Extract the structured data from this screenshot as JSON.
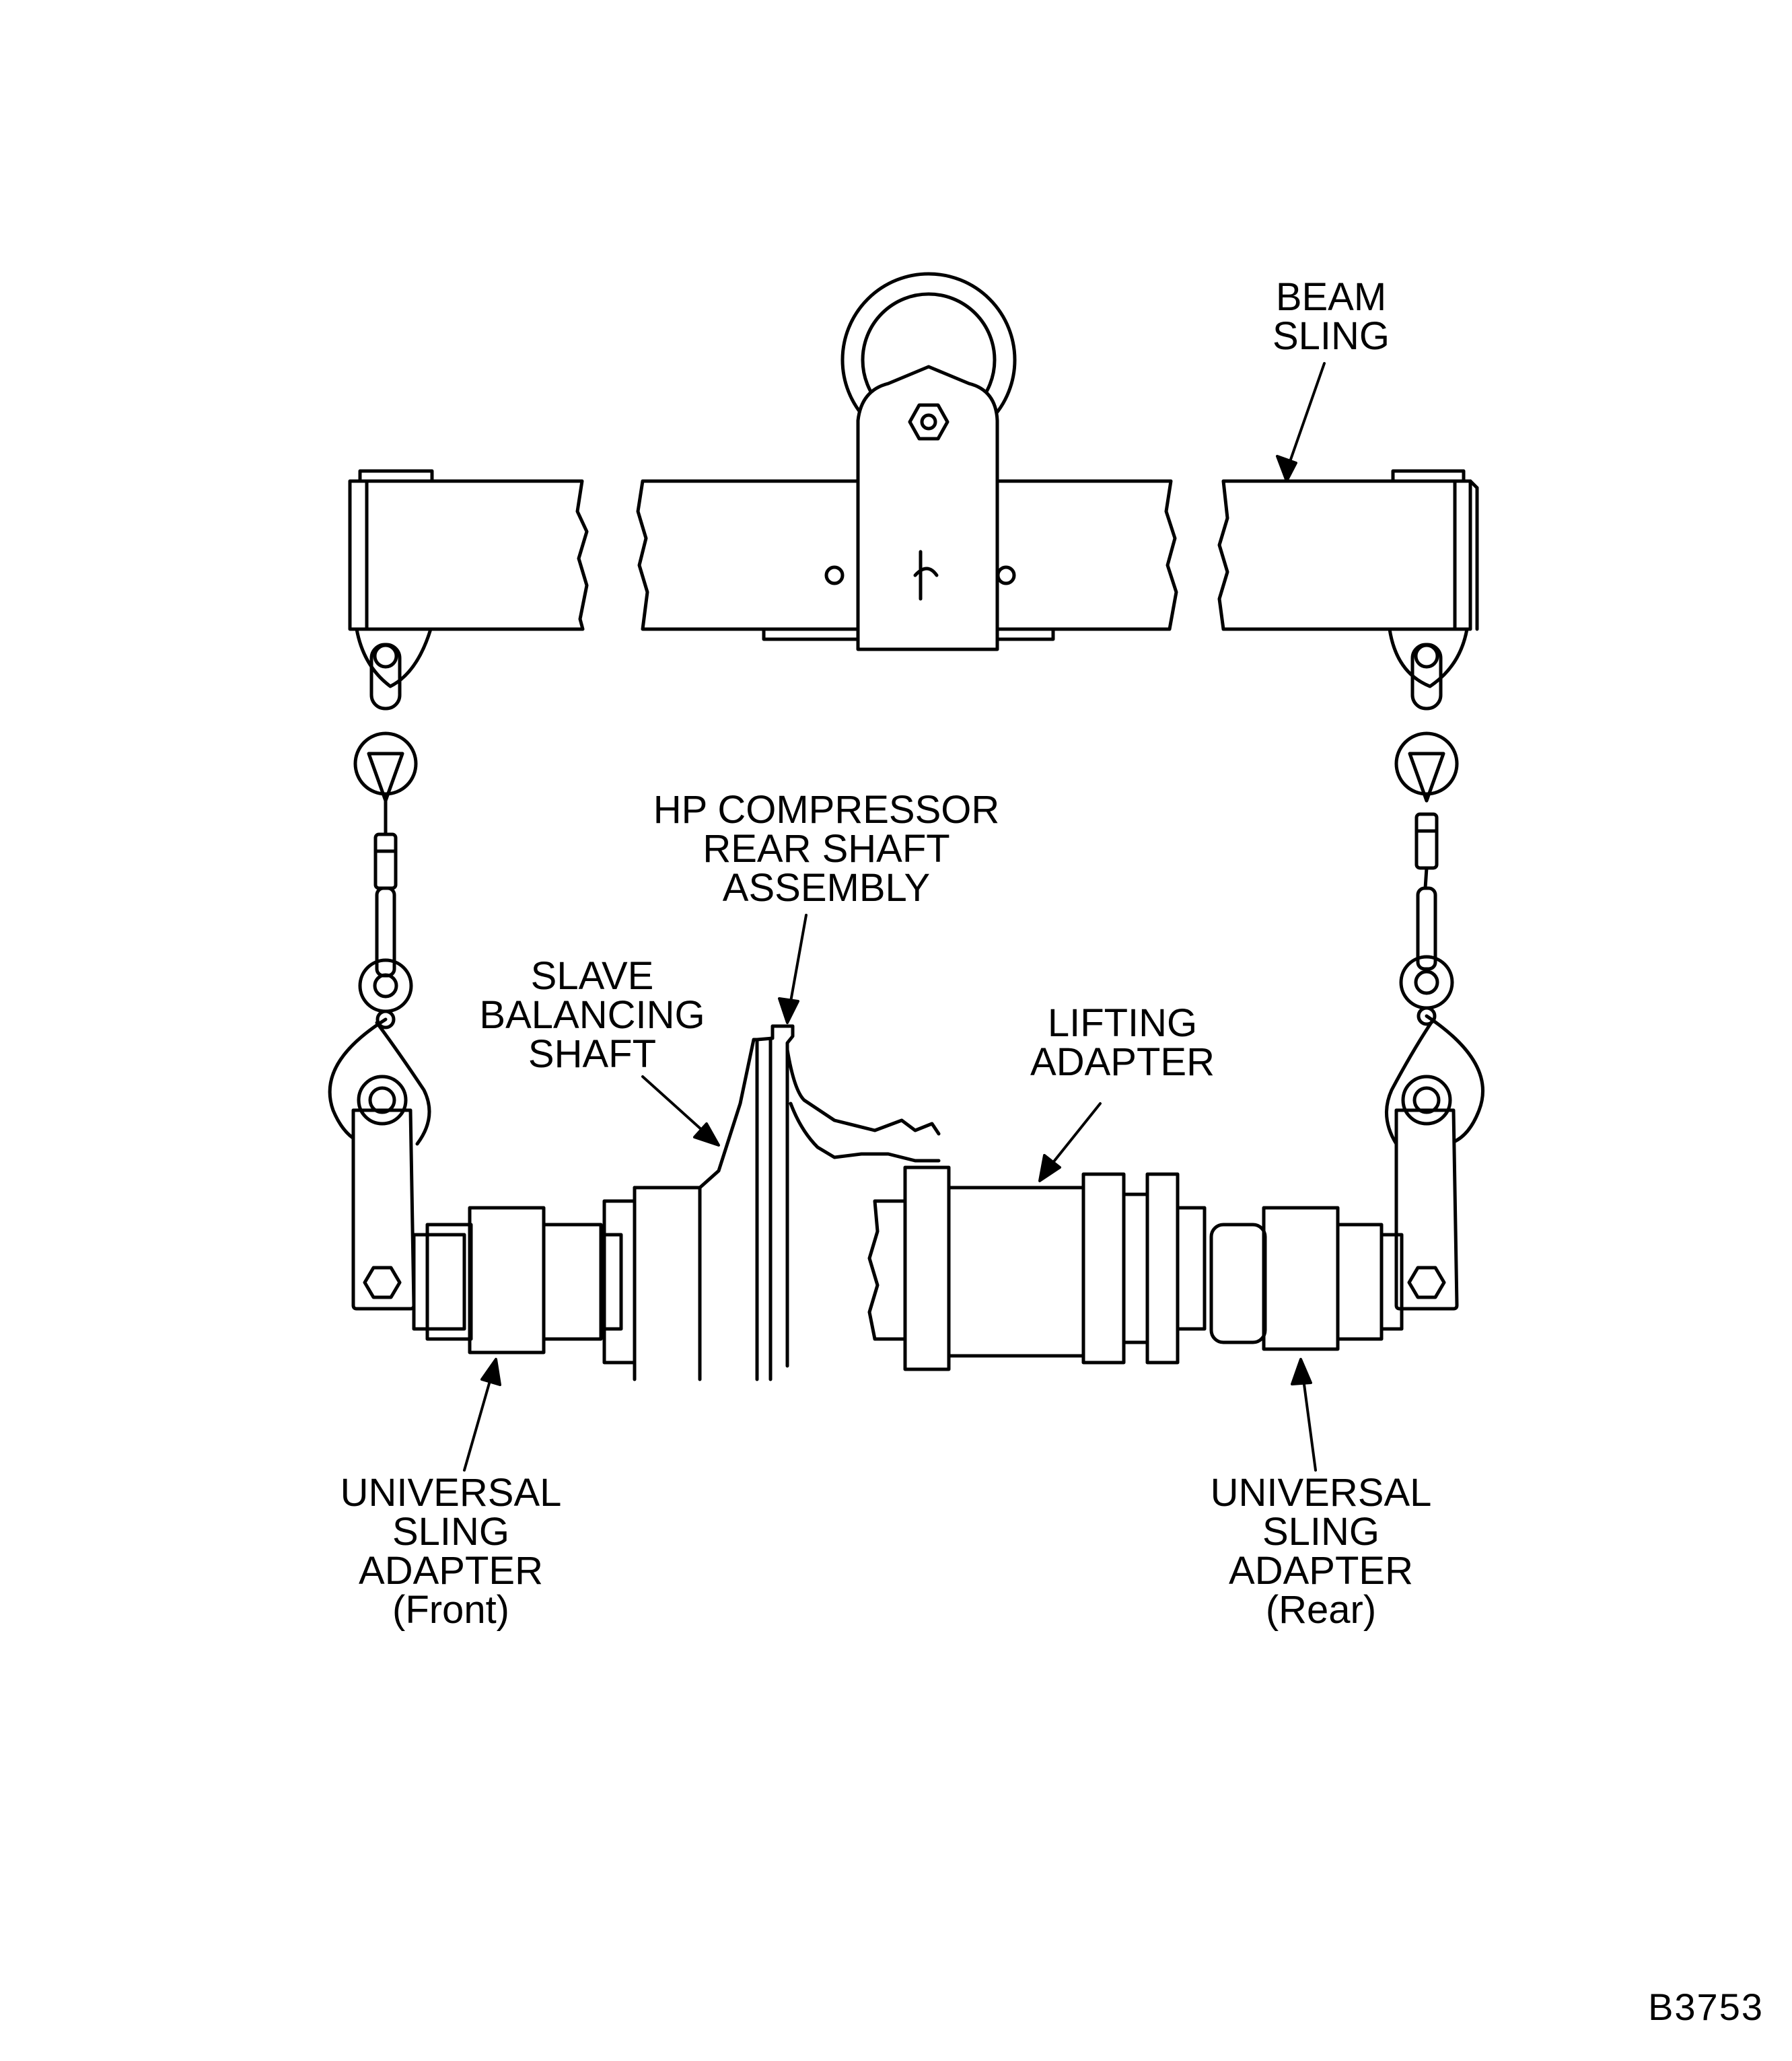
{
  "labels": {
    "beam_sling": [
      "BEAM",
      "SLING"
    ],
    "hp_compressor": [
      "HP COMPRESSOR",
      "REAR SHAFT",
      "ASSEMBLY"
    ],
    "slave_balancing_shaft": [
      "SLAVE",
      "BALANCING",
      "SHAFT"
    ],
    "lifting_adapter": [
      "LIFTING",
      "ADAPTER"
    ],
    "universal_front": [
      "UNIVERSAL",
      "SLING",
      "ADAPTER",
      "(Front)"
    ],
    "universal_rear": [
      "UNIVERSAL",
      "SLING",
      "ADAPTER",
      "(Rear)"
    ]
  },
  "figure_id": "B3753",
  "colors": {
    "ink": "#000000",
    "paper": "#ffffff"
  }
}
